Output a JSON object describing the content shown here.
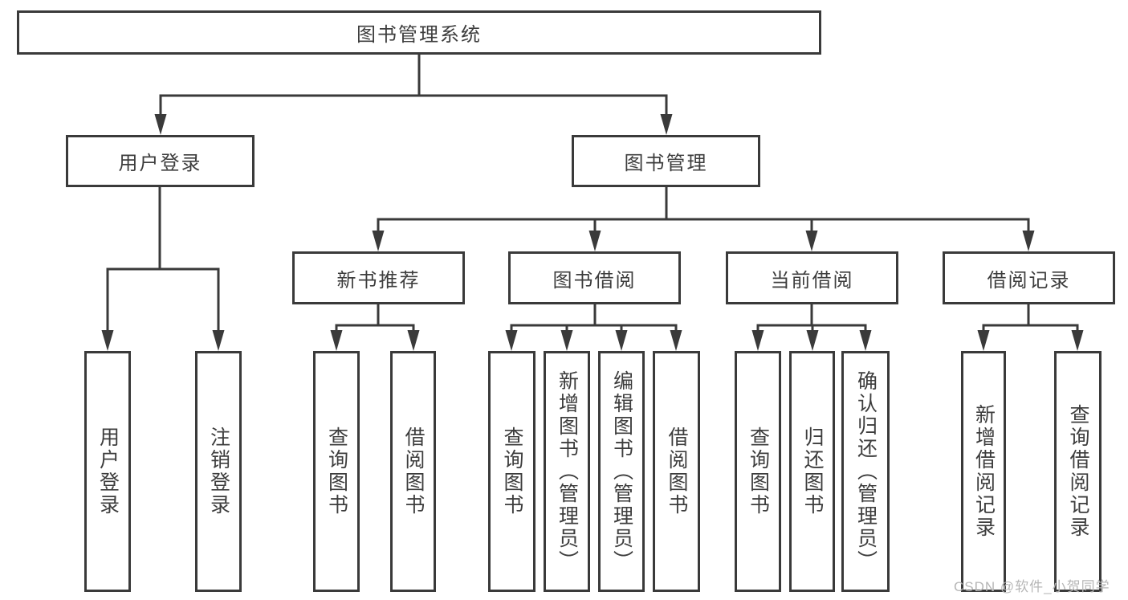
{
  "diagram": {
    "title": "图书管理系统",
    "level1": [
      {
        "label": "用户登录",
        "children": [
          {
            "label": "用户登录"
          },
          {
            "label": "注销登录"
          }
        ]
      },
      {
        "label": "图书管理",
        "children": [
          {
            "label": "新书推荐",
            "children": [
              {
                "label": "查询图书"
              },
              {
                "label": "借阅图书"
              }
            ]
          },
          {
            "label": "图书借阅",
            "children": [
              {
                "label": "查询图书"
              },
              {
                "label": "新增图书（管理员）"
              },
              {
                "label": "编辑图书（管理员）"
              },
              {
                "label": "借阅图书"
              }
            ]
          },
          {
            "label": "当前借阅",
            "children": [
              {
                "label": "查询图书"
              },
              {
                "label": "归还图书"
              },
              {
                "label": "确认归还（管理员）"
              }
            ]
          },
          {
            "label": "借阅记录",
            "children": [
              {
                "label": "新增借阅记录"
              },
              {
                "label": "查询借阅记录"
              }
            ]
          }
        ]
      }
    ]
  },
  "watermark": "CSDN @软件_小贺同学",
  "colors": {
    "line": "#3a3a3a",
    "text": "#3d3d3d",
    "watermark": "#b6b6b6",
    "background": "#ffffff"
  }
}
